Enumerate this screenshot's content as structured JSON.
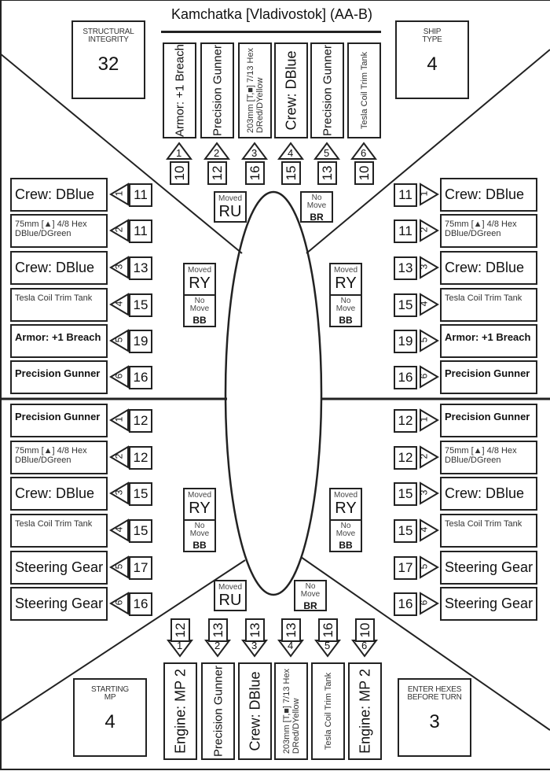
{
  "title": "Kamchatka [Vladivostok] (AA-B)",
  "stats": {
    "structural_integrity": {
      "label": "STRUCTURAL INTEGRITY",
      "value": "32"
    },
    "ship_type": {
      "label": "SHIP TYPE",
      "value": "4"
    },
    "starting_mp": {
      "label": "STARTING MP",
      "value": "4"
    },
    "enter_hexes": {
      "label": "ENTER HEXES BEFORE TURN",
      "value": "3"
    }
  },
  "top_slots": [
    {
      "n": "1",
      "v": "10",
      "text": "Armor: +1 Breach",
      "style": "med"
    },
    {
      "n": "2",
      "v": "12",
      "text": "Precision Gunner",
      "style": "med"
    },
    {
      "n": "3",
      "v": "16",
      "text": "203mm [T,■] 7/13 Hex\nDRed/DYellow",
      "style": "small"
    },
    {
      "n": "4",
      "v": "15",
      "text": "Crew: DBlue",
      "style": "big"
    },
    {
      "n": "5",
      "v": "13",
      "text": "Precision Gunner",
      "style": "med"
    },
    {
      "n": "6",
      "v": "10",
      "text": "Tesla Coil Trim Tank",
      "style": "small"
    }
  ],
  "bottom_slots": [
    {
      "n": "1",
      "v": "12",
      "text": "Engine: MP 2",
      "style": "big"
    },
    {
      "n": "2",
      "v": "13",
      "text": "Precision Gunner",
      "style": "med"
    },
    {
      "n": "3",
      "v": "13",
      "text": "Crew: DBlue",
      "style": "big"
    },
    {
      "n": "4",
      "v": "13",
      "text": "203mm [T,■] 7/13 Hex\nDRed/DYellow",
      "style": "small"
    },
    {
      "n": "5",
      "v": "16",
      "text": "Tesla Coil Trim Tank",
      "style": "small"
    },
    {
      "n": "6",
      "v": "10",
      "text": "Engine: MP 2",
      "style": "big"
    }
  ],
  "left_upper": [
    {
      "n": "1",
      "v": "11",
      "text": "Crew: DBlue",
      "style": "big"
    },
    {
      "n": "2",
      "v": "11",
      "text": "75mm [▲] 4/8 Hex\nDBlue/DGreen",
      "style": "small"
    },
    {
      "n": "3",
      "v": "13",
      "text": "Crew: DBlue",
      "style": "big"
    },
    {
      "n": "4",
      "v": "15",
      "text": "Tesla Coil Trim Tank",
      "style": "small"
    },
    {
      "n": "5",
      "v": "19",
      "text": "Armor: +1 Breach",
      "style": "bold"
    },
    {
      "n": "6",
      "v": "16",
      "text": "Precision Gunner",
      "style": "bold"
    }
  ],
  "right_upper": [
    {
      "n": "1",
      "v": "11",
      "text": "Crew: DBlue",
      "style": "big"
    },
    {
      "n": "2",
      "v": "11",
      "text": "75mm [▲] 4/8 Hex\nDBlue/DGreen",
      "style": "small"
    },
    {
      "n": "3",
      "v": "13",
      "text": "Crew: DBlue",
      "style": "big"
    },
    {
      "n": "4",
      "v": "15",
      "text": "Tesla Coil Trim Tank",
      "style": "small"
    },
    {
      "n": "5",
      "v": "19",
      "text": "Armor: +1 Breach",
      "style": "bold"
    },
    {
      "n": "6",
      "v": "16",
      "text": "Precision Gunner",
      "style": "bold"
    }
  ],
  "left_lower": [
    {
      "n": "1",
      "v": "12",
      "text": "Precision Gunner",
      "style": "bold"
    },
    {
      "n": "2",
      "v": "12",
      "text": "75mm [▲] 4/8 Hex\nDBlue/DGreen",
      "style": "small"
    },
    {
      "n": "3",
      "v": "15",
      "text": "Crew: DBlue",
      "style": "big"
    },
    {
      "n": "4",
      "v": "15",
      "text": "Tesla Coil Trim Tank",
      "style": "small"
    },
    {
      "n": "5",
      "v": "17",
      "text": "Steering Gear",
      "style": "big"
    },
    {
      "n": "6",
      "v": "16",
      "text": "Steering Gear",
      "style": "big"
    }
  ],
  "right_lower": [
    {
      "n": "1",
      "v": "12",
      "text": "Precision Gunner",
      "style": "bold"
    },
    {
      "n": "2",
      "v": "12",
      "text": "75mm [▲] 4/8 Hex\nDBlue/DGreen",
      "style": "small"
    },
    {
      "n": "3",
      "v": "15",
      "text": "Crew: DBlue",
      "style": "big"
    },
    {
      "n": "4",
      "v": "15",
      "text": "Tesla Coil Trim Tank",
      "style": "small"
    },
    {
      "n": "5",
      "v": "17",
      "text": "Steering Gear",
      "style": "big"
    },
    {
      "n": "6",
      "v": "16",
      "text": "Steering Gear",
      "style": "big"
    }
  ],
  "move_markers": {
    "top_left": {
      "a": "Moved",
      "b": "RU"
    },
    "top_right": {
      "a": "No Move",
      "c": "BR"
    },
    "upper_left": [
      {
        "a": "Moved",
        "b": "RY"
      },
      {
        "a": "No Move",
        "c": "BB"
      }
    ],
    "upper_right": [
      {
        "a": "Moved",
        "b": "RY"
      },
      {
        "a": "No Move",
        "c": "BB"
      }
    ],
    "lower_left": [
      {
        "a": "Moved",
        "b": "RY"
      },
      {
        "a": "No Move",
        "c": "BB"
      }
    ],
    "lower_right": [
      {
        "a": "Moved",
        "b": "RY"
      },
      {
        "a": "No Move",
        "c": "BB"
      }
    ],
    "bottom_left": {
      "a": "Moved",
      "b": "RU"
    },
    "bottom_right": {
      "a": "No Move",
      "c": "BR"
    }
  }
}
